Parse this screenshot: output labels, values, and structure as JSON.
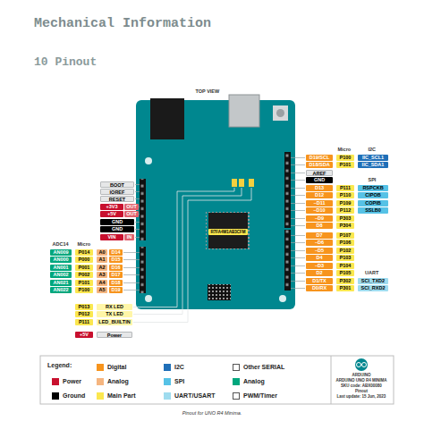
{
  "diagram": {
    "title": "Mechanical Information",
    "caption": "Pinout for UNO R4 Minima.",
    "labels": [
      "10 Pinout",
      "TOP VIEW",
      "R7FA4M1AB3CFM",
      "Micro",
      "I2C",
      "D19/SCL",
      "P100",
      "IIC_SCL1",
      "D18/SDA",
      "P101",
      "IIC_SDA1",
      "AREF",
      "GND",
      "SPI",
      "D13",
      "P111",
      "RSPCKB",
      "D12",
      "P110",
      "CIPOB",
      "~D11",
      "P109",
      "COPIB",
      "~D10",
      "P112",
      "SSLB0",
      "~D9",
      "P303",
      "D8",
      "P304",
      "D7",
      "P107",
      "~D6",
      "P106",
      "~D5",
      "P102",
      "D4",
      "P103",
      "~D3",
      "P104",
      "D2",
      "P105",
      "UART",
      "D1/TX",
      "P302",
      "SCI_TXD2",
      "D0/RX",
      "P301",
      "SCI_RXD2",
      "BOOT",
      "IOREF",
      "RESET",
      "+3V3",
      "OUT",
      "+5V",
      "OUT",
      "GND",
      "GND",
      "VIN",
      "IN",
      "ADC14",
      "Micro",
      "AN009",
      "P014",
      "A0",
      "D14",
      "AN000",
      "P000",
      "A1",
      "D15",
      "AN001",
      "P001",
      "A2",
      "D16",
      "AN002",
      "P002",
      "A3",
      "D17",
      "AN021",
      "P101",
      "A4",
      "D18",
      "AN022",
      "P100",
      "A5",
      "D19",
      "P013",
      "RX LED",
      "P012",
      "TX LED",
      "P111",
      "LED_BUILTIN",
      "+5V",
      "Power",
      "Legend:",
      "ARDUINO",
      "ARDUINO UNO R4 MINIMA",
      "SKU code: ABX00080",
      "Pinout",
      "Last update: 15 Jun, 2023"
    ],
    "legend": [
      {
        "text": "Digital",
        "color": "#f7941d"
      },
      {
        "text": "I2C",
        "color": "#1f6fb8"
      },
      {
        "text": "Other SERIAL"
      },
      {
        "text": "Power",
        "color": "#c8102e"
      },
      {
        "text": "Analog",
        "color": "#f5b57f"
      },
      {
        "text": "SPI",
        "color": "#56c2e6"
      },
      {
        "text": "Analog",
        "color": "#00a77d"
      },
      {
        "text": "Ground",
        "color": "#000000"
      },
      {
        "text": "Main Part",
        "color": "#fbe74f"
      },
      {
        "text": "UART/USART",
        "color": "#9fdcef"
      },
      {
        "text": "PWM/Timer"
      }
    ]
  }
}
